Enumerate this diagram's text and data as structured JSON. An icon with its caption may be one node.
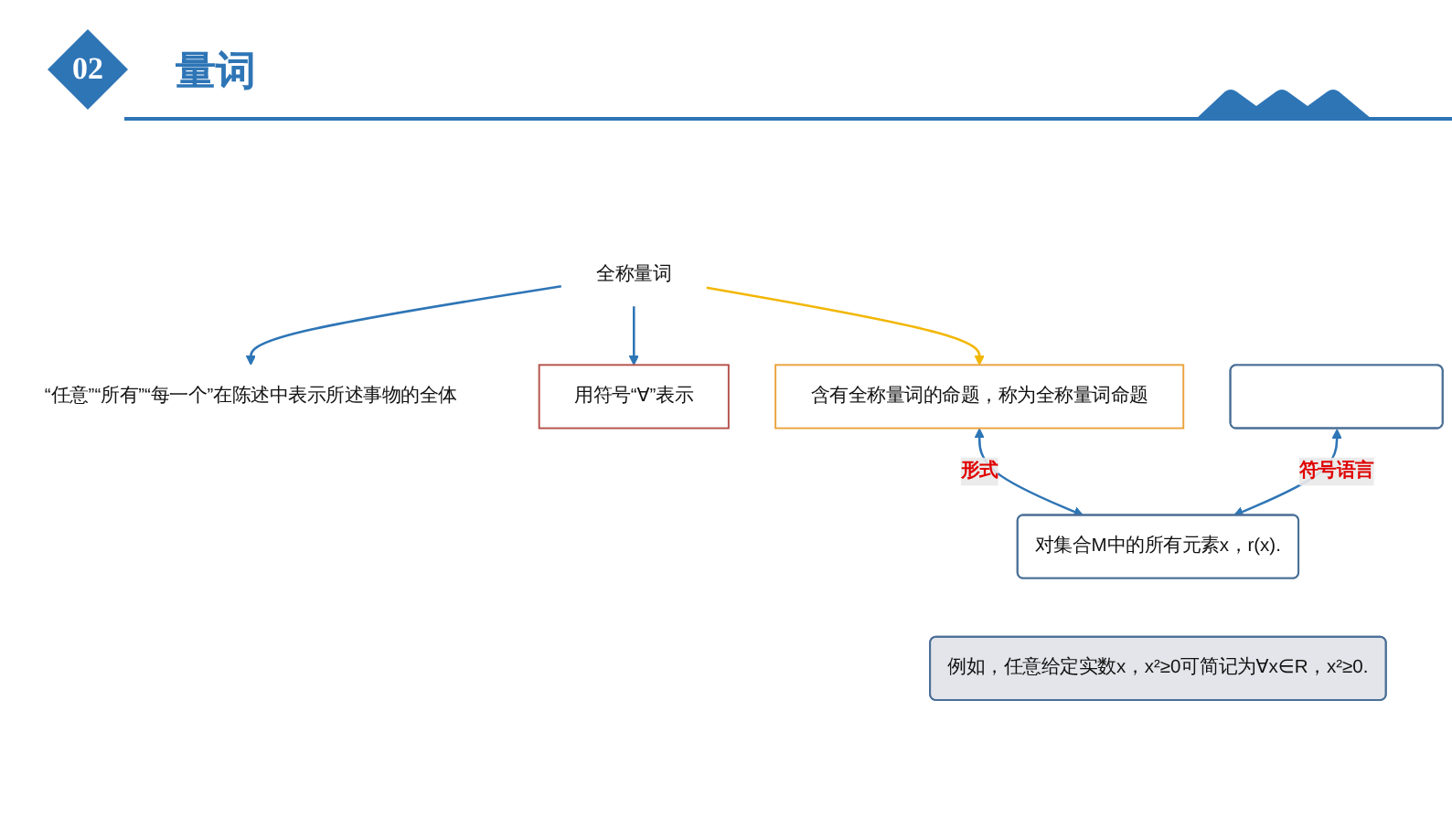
{
  "diagram": {
    "title": "量词",
    "nodes": [
      {
        "text": [
          "全称量词"
        ]
      },
      {
        "text": [
          "“任意”“所有”“每一个”在陈述中表示所述事物的全体"
        ]
      },
      {
        "text": [
          "用符号“∀”表示"
        ]
      },
      {
        "text": [
          "含有全称量词的命题，称为全称量词命题"
        ]
      },
      {
        "text": [],
        "shape": "box"
      },
      {
        "text": [
          "对集合M中的所有元素x，r(x)."
        ]
      },
      {
        "text": [
          "例如，任意给定实数x，x²≥0可简记为∀x∈R，x²≥0."
        ]
      }
    ],
    "edges": [
      {
        "from": 0,
        "to": 1,
        "arrow": "to"
      },
      {
        "from": 0,
        "to": 2,
        "arrow": "to"
      },
      {
        "from": 0,
        "to": 3,
        "arrow": "to",
        "color": "#f2b705"
      },
      {
        "from": 3,
        "to": 5,
        "arrow": "both",
        "label": "形式"
      },
      {
        "from": 4,
        "to": 5,
        "arrow": "both",
        "label": "符号语言"
      }
    ],
    "labels": [
      "02"
    ]
  }
}
